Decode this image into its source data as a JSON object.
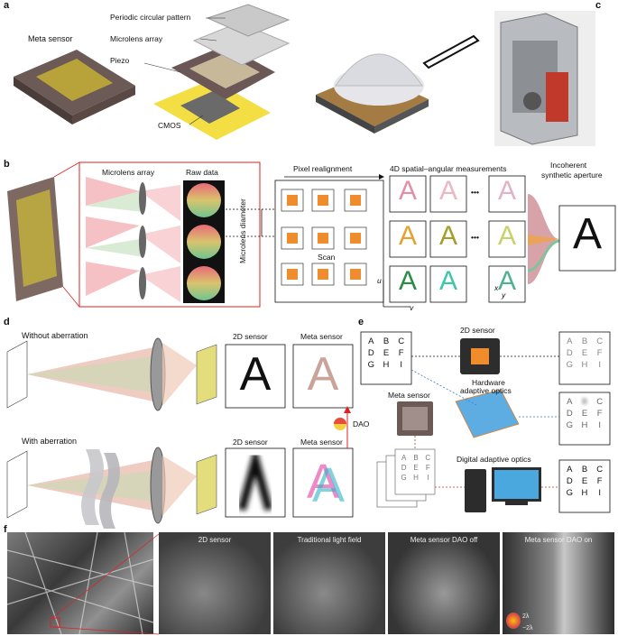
{
  "panels": {
    "a": "a",
    "b": "b",
    "c": "c",
    "d": "d",
    "e": "e",
    "f": "f"
  },
  "a": {
    "meta_sensor": "Meta sensor",
    "periodic": "Periodic circular pattern",
    "microlens": "Microlens array",
    "piezo": "Piezo",
    "cmos": "CMOS"
  },
  "b": {
    "microlens": "Microlens array",
    "raw": "Raw data",
    "pixel_realign": "Pixel realignment",
    "measurements": "4D spatial–angular measurements",
    "incoherent1": "Incoherent",
    "incoherent2": "synthetic aperture",
    "diameter": "Microlens diameter",
    "scan": "Scan",
    "u": "u",
    "v": "v",
    "x": "x",
    "y": "y",
    "letter": "A",
    "ellipsis": "•••"
  },
  "d": {
    "without": "Without aberration",
    "with": "With aberration",
    "sensor2d": "2D sensor",
    "meta": "Meta sensor",
    "letter": "A",
    "dao": "DAO"
  },
  "e": {
    "letters": [
      "A",
      "B",
      "C",
      "D",
      "E",
      "F",
      "G",
      "H",
      "I"
    ],
    "sensor2d": "2D sensor",
    "hao1": "Hardware",
    "hao2": "adaptive optics",
    "meta": "Meta sensor",
    "dao": "Digital adaptive optics"
  },
  "f": {
    "captions": [
      "2D sensor",
      "Traditional light field",
      "Meta sensor DAO off",
      "Meta sensor DAO on"
    ],
    "scale_top": "2λ",
    "scale_bottom": "−2λ"
  }
}
